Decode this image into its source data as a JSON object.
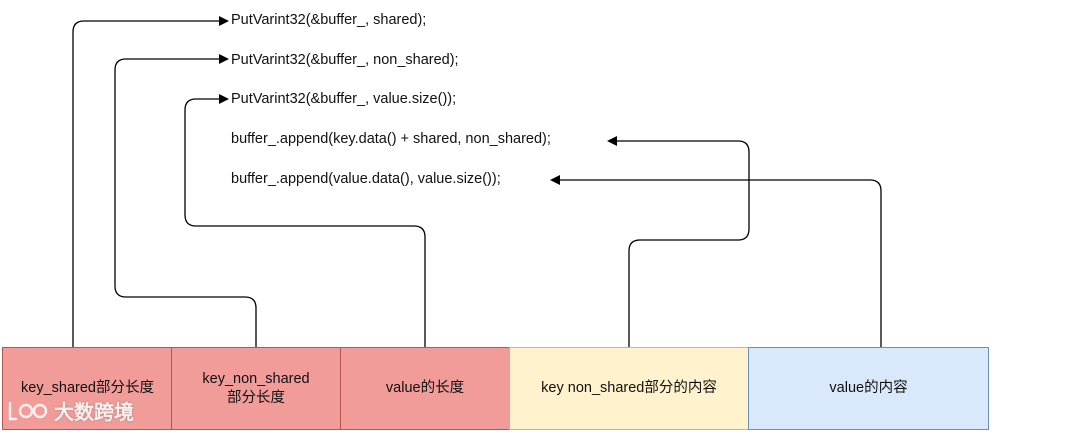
{
  "code_lines": [
    "PutVarint32(&buffer_, shared);",
    "PutVarint32(&buffer_, non_shared);",
    "PutVarint32(&buffer_, value.size());",
    "buffer_.append(key.data() + shared, non_shared);",
    "buffer_.append(value.data(), value.size());"
  ],
  "boxes": [
    {
      "line1": "key_shared部分长度",
      "line2": "",
      "fill": "#f19c99"
    },
    {
      "line1": "key_non_shared",
      "line2": "部分长度",
      "fill": "#f19c99"
    },
    {
      "line1": "value的长度",
      "line2": "",
      "fill": "#f19c99"
    },
    {
      "line1": "key non_shared部分的内容",
      "line2": "",
      "fill": "#fff2cc"
    },
    {
      "line1": "value的内容",
      "line2": "",
      "fill": "#dae8fc"
    }
  ],
  "watermark": {
    "text": "大数跨境"
  }
}
